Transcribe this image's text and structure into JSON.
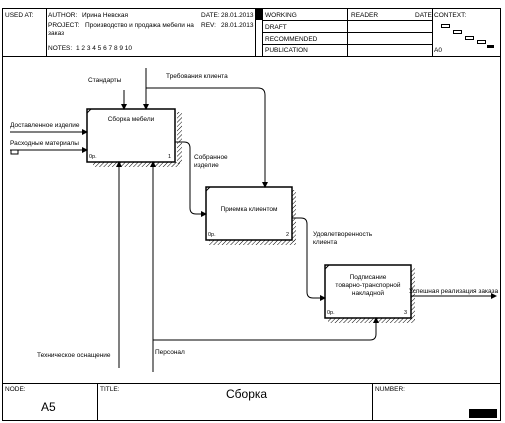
{
  "header": {
    "used_at_label": "USED AT:",
    "author_label": "AUTHOR:",
    "author_value": "Ирина Невская",
    "date_label": "DATE:",
    "date_value": "28.01.2013",
    "project_label": "PROJECT:",
    "project_value_line1": "Производство и продажа мебели на",
    "project_value_line2": "заказ",
    "rev_label": "REV:",
    "rev_value": "28.01.2013",
    "notes_label": "NOTES:",
    "notes_value": "1  2  3  4  5  6  7  8  9  10",
    "status": [
      "WORKING",
      "DRAFT",
      "RECOMMENDED",
      "PUBLICATION"
    ],
    "reader_label": "READER",
    "reader_date_label": "DATE",
    "context_label": "CONTEXT:",
    "context_node": "A0"
  },
  "diagram": {
    "boxes": [
      {
        "label_lines": [
          "Сборка мебели"
        ],
        "number": "1",
        "cost": "0р."
      },
      {
        "label_lines": [
          "Приемка клиентом"
        ],
        "number": "2",
        "cost": "0р."
      },
      {
        "label_lines": [
          "Подписание",
          "товарно-транспорной",
          "накладной"
        ],
        "number": "3",
        "cost": "0р."
      }
    ],
    "arrows": {
      "standards": "Стандарты",
      "client_req": "Требования клиента",
      "delivered": "Доставленное изделие",
      "consumables": "Расходные материалы",
      "assembled_line1": "Собранное",
      "assembled_line2": "изделие",
      "satisfaction_line1": "Удовлетворенность",
      "satisfaction_line2": "клиента",
      "success": "Успешная реализация заказа",
      "equipment": "Техническое оснащение",
      "personnel": "Персонал"
    }
  },
  "footer": {
    "node_label": "NODE:",
    "node_value": "A5",
    "title_label": "TITLE:",
    "title_value": "Сборка",
    "number_label": "NUMBER:"
  }
}
